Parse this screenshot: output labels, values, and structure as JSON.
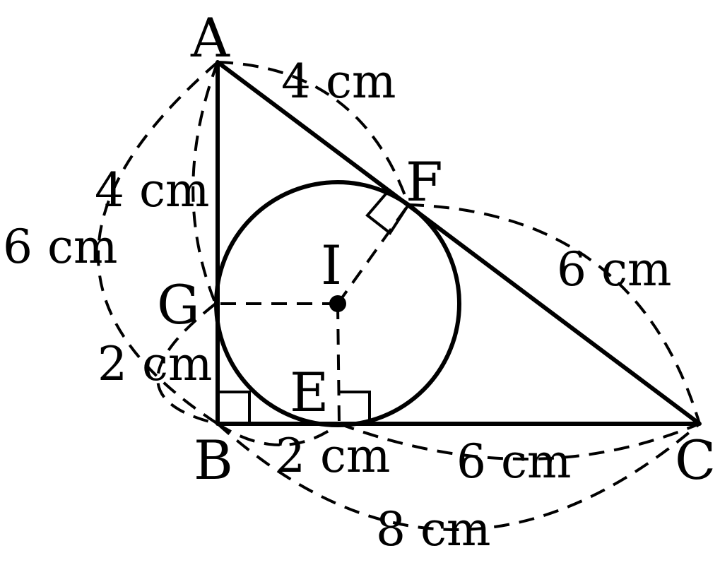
{
  "points": {
    "A": "A",
    "B": "B",
    "C": "C",
    "E": "E",
    "F": "F",
    "G": "G",
    "I": "I"
  },
  "lengths": {
    "AF": "4 cm",
    "AG": "4 cm",
    "AB": "6 cm",
    "FC": "6 cm",
    "GB": "2 cm",
    "BE": "2 cm",
    "EC": "6 cm",
    "BC": "8 cm"
  }
}
